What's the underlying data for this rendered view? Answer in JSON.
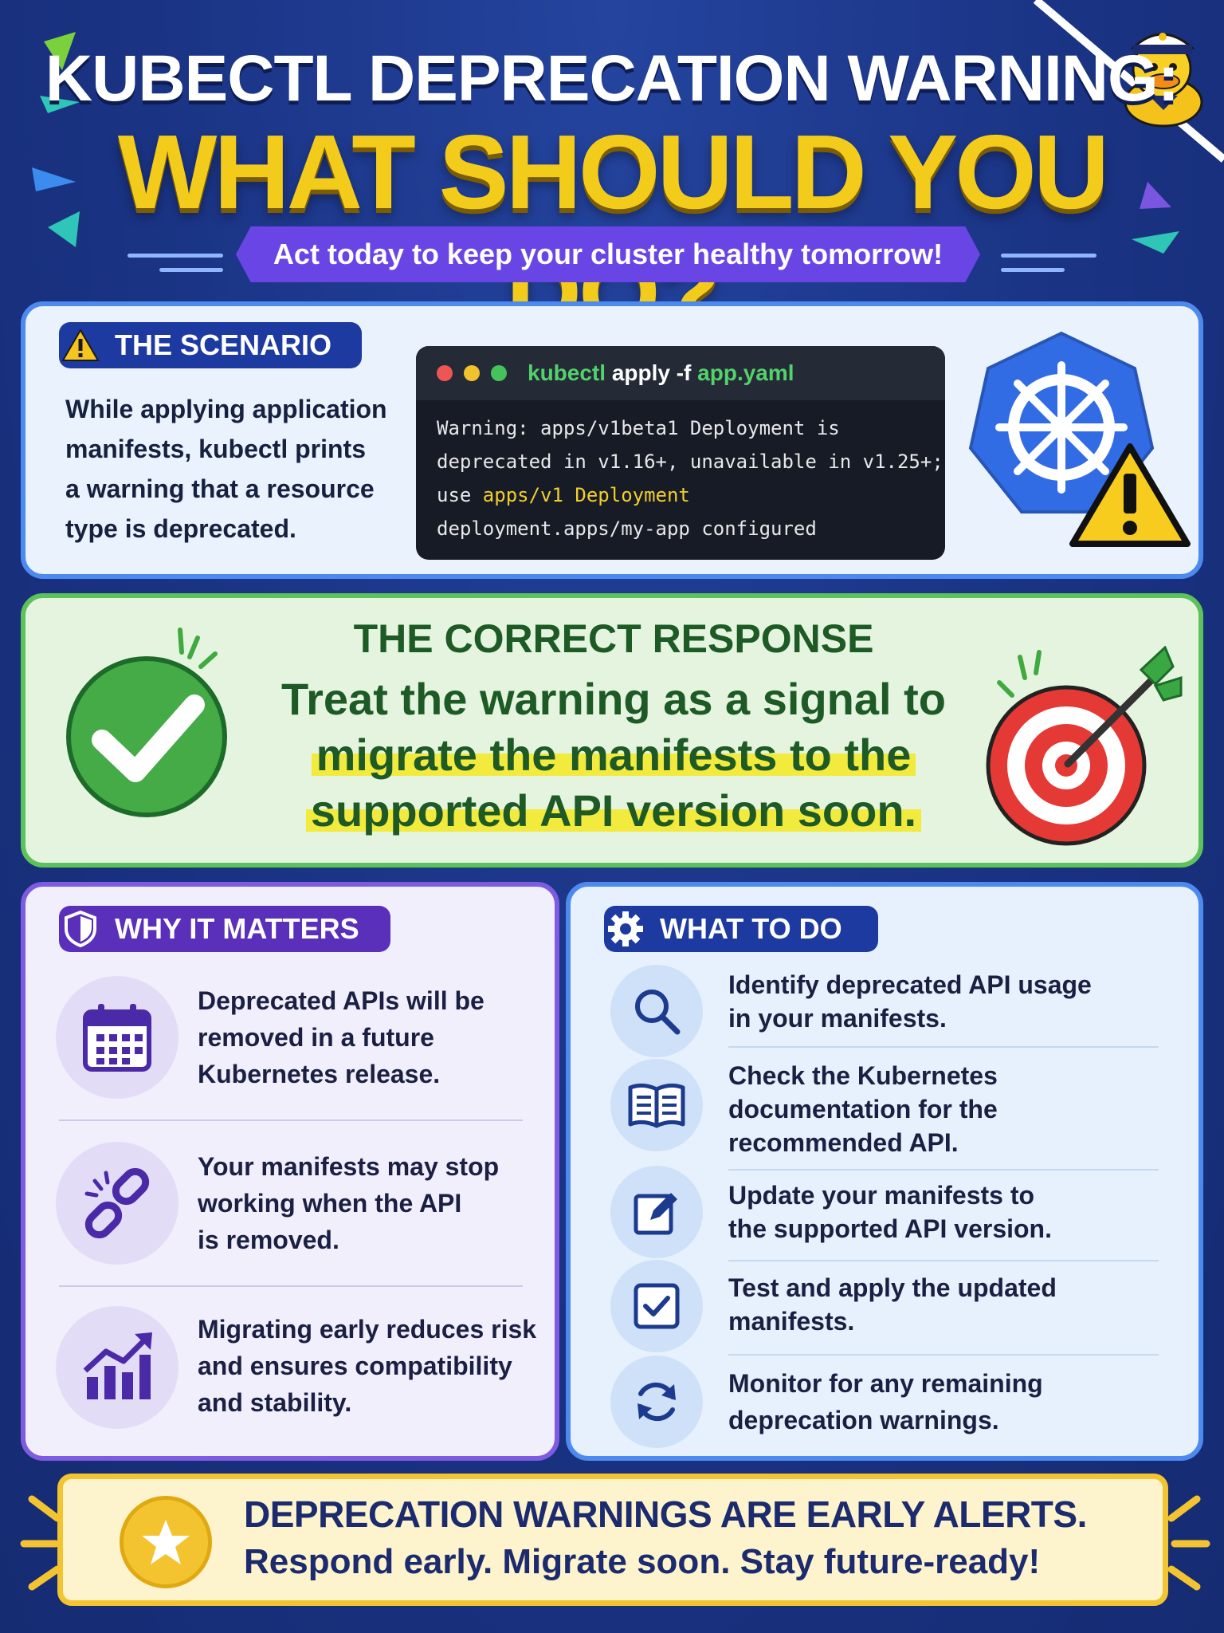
{
  "header": {
    "line1": "KUBECTL DEPRECATION WARNING:",
    "line2": "WHAT SHOULD YOU DO?",
    "ribbon": "Act today to keep your cluster healthy tomorrow!"
  },
  "scenario": {
    "title": "THE SCENARIO",
    "lines": [
      "While applying application",
      "manifests, kubectl prints",
      "a warning that a resource",
      "type is deprecated."
    ],
    "terminal": {
      "cmd_a": "kubectl",
      "cmd_b": "apply",
      "cmd_c": "-f",
      "cmd_d": "app.yaml",
      "out1": "Warning: apps/v1beta1 Deployment is",
      "out2": "deprecated in v1.16+, unavailable in v1.25+;",
      "out3a": "use ",
      "out3b": "apps/v1 Deployment",
      "out4": "deployment.apps/my-app configured"
    }
  },
  "response": {
    "title": "THE CORRECT RESPONSE",
    "line1": "Treat the warning as a signal to",
    "line2": "migrate the manifests to the",
    "line3": "supported API version soon."
  },
  "why": {
    "title": "WHY IT MATTERS",
    "items": [
      {
        "icon": "calendar-icon",
        "lines": [
          "Deprecated APIs will be",
          "removed in a future",
          "Kubernetes release."
        ]
      },
      {
        "icon": "broken-link-icon",
        "lines": [
          "Your manifests may stop",
          "working when the API",
          "is removed."
        ]
      },
      {
        "icon": "growth-chart-icon",
        "lines": [
          "Migrating early reduces risk",
          "and ensures compatibility",
          "and stability."
        ]
      }
    ]
  },
  "todo": {
    "title": "WHAT TO DO",
    "items": [
      {
        "icon": "search-icon",
        "lines": [
          "Identify deprecated API usage",
          "in your manifests."
        ]
      },
      {
        "icon": "book-icon",
        "lines": [
          "Check the Kubernetes",
          "documentation for the",
          "recommended API."
        ]
      },
      {
        "icon": "edit-icon",
        "lines": [
          "Update your manifests to",
          "the supported API version."
        ]
      },
      {
        "icon": "checkbox-icon",
        "lines": [
          "Test and apply the updated",
          "manifests."
        ]
      },
      {
        "icon": "refresh-icon",
        "lines": [
          "Monitor for any remaining",
          "deprecation warnings."
        ]
      }
    ]
  },
  "banner": {
    "line1": "DEPRECATION WARNINGS ARE EARLY ALERTS.",
    "line2": "Respond early. Migrate soon. Stay future-ready!"
  },
  "colors": {
    "background": "#1b3585",
    "title_yellow": "#f3cc1b",
    "ribbon_purple": "#6a45e6",
    "scenario_border": "#4d8af0",
    "response_border": "#5cc25a",
    "why_border": "#7e5be0",
    "todo_border": "#4d8af0",
    "banner_border": "#f4c430"
  }
}
